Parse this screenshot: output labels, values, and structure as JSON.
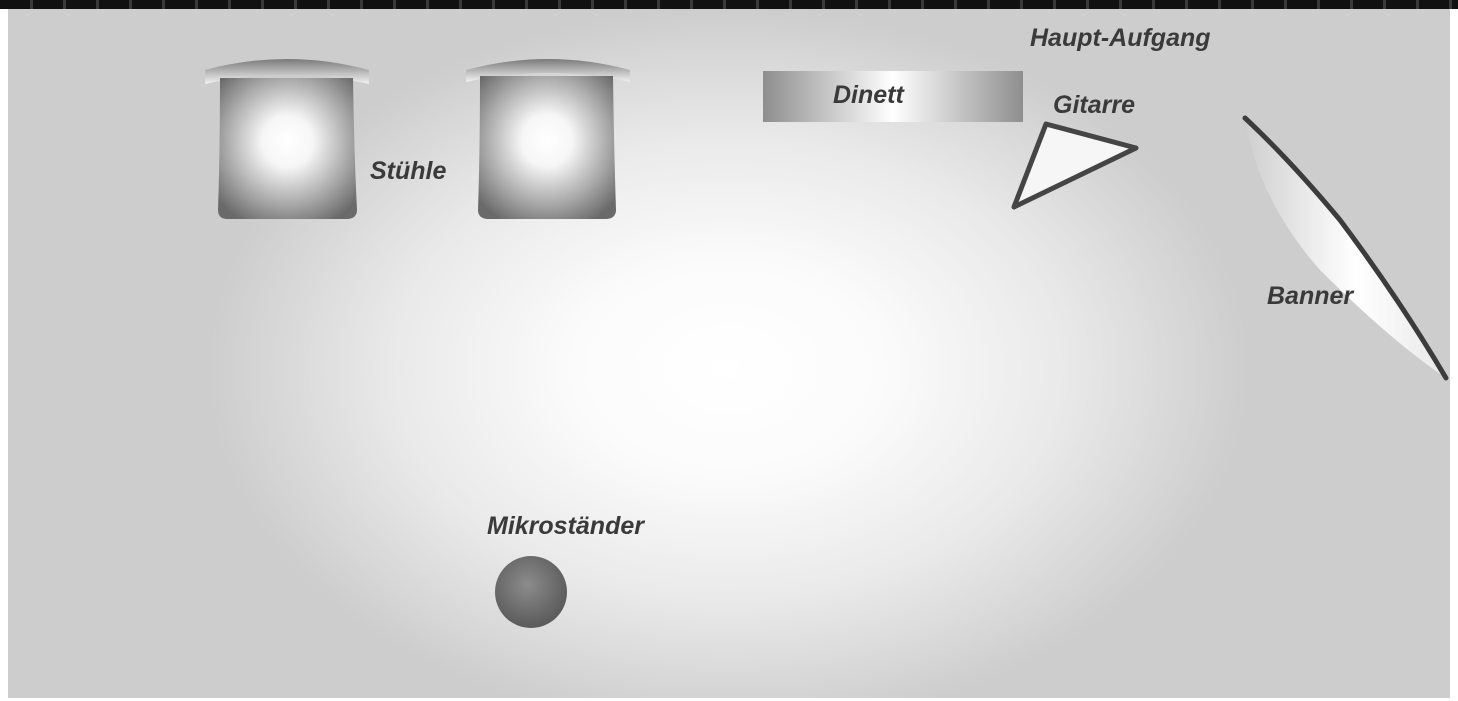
{
  "labels": {
    "chairs": "Stühle",
    "dinette": "Dinett",
    "main_entrance": "Haupt-Aufgang",
    "guitar": "Gitarre",
    "banner": "Banner",
    "mic_stand": "Mikroständer"
  },
  "colors": {
    "label_text": "#3a3a3a",
    "floor_center": "#ffffff",
    "floor_edge": "#cdcdcd",
    "object_dark": "#6e6e6e",
    "outline_dark": "#3c3c3c"
  }
}
